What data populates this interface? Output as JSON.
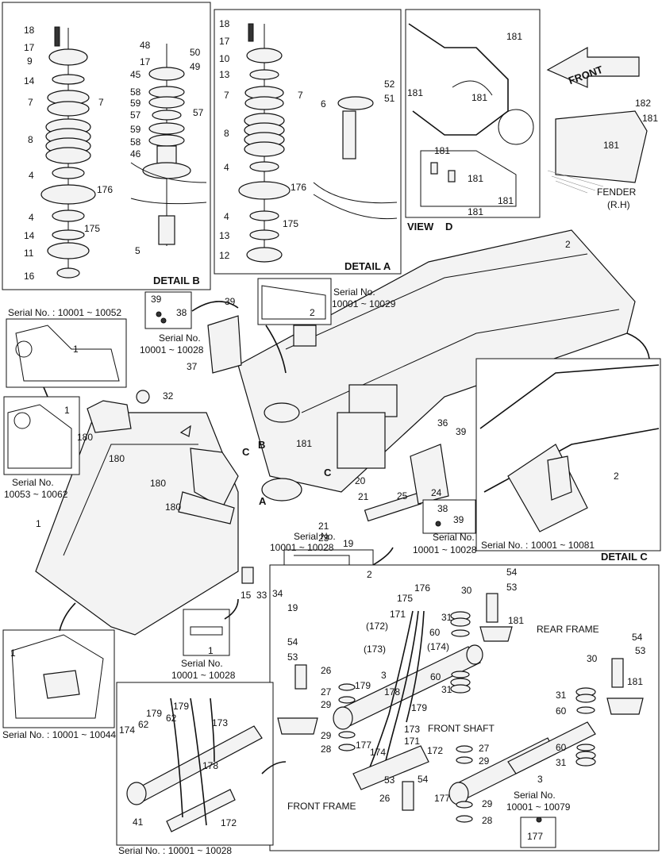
{
  "details": {
    "detail_a": "DETAIL A",
    "detail_b": "DETAIL B",
    "detail_c": "DETAIL C",
    "view_d_prefix": "VIEW",
    "view_d_letter": "D",
    "fender": "FENDER",
    "fender_side": "(R.H)",
    "front_arrow": "FRONT",
    "rear_frame": "REAR FRAME",
    "front_frame": "FRONT FRAME",
    "front_shaft": "FRONT SHAFT"
  },
  "serials": {
    "s1": "Serial No. : 10001 ~ 10052",
    "s2a": "Serial No.",
    "s2b": "10053 ~ 10062",
    "s3a": "Serial No.",
    "s3b": "10001 ~ 10029",
    "s4a": "Serial No.",
    "s4b": "10001 ~ 10028",
    "s5a": "Serial No.",
    "s5b": "10001 ~ 10028",
    "s6a": "Serial No.",
    "s6b": "10001 ~ 10028",
    "s7": "Serial No. : 10001 ~ 10081",
    "s8a": "Serial No.",
    "s8b": "10001 ~ 10028",
    "s9": "Serial No. : 10001 ~ 10044",
    "s10": "Serial No. : 10001 ~ 10028",
    "s11a": "Serial No.",
    "s11b": "10001 ~ 10079"
  },
  "callouts": {
    "b": [
      "18",
      "17",
      "9",
      "14",
      "7",
      "7",
      "8",
      "4",
      "176",
      "175",
      "4",
      "14",
      "11",
      "16",
      "48",
      "17",
      "45",
      "58",
      "59",
      "57",
      "57",
      "59",
      "58",
      "46",
      "5",
      "50",
      "49"
    ],
    "a": [
      "18",
      "17",
      "10",
      "13",
      "7",
      "7",
      "8",
      "4",
      "176",
      "175",
      "4",
      "13",
      "12",
      "6",
      "52",
      "51"
    ],
    "view_d": [
      "181",
      "181",
      "181",
      "181",
      "181",
      "181",
      "181",
      "182",
      "181",
      "181"
    ],
    "main": [
      "2",
      "39",
      "39",
      "38",
      "37",
      "1",
      "1",
      "32",
      "180",
      "180",
      "180",
      "180",
      "1",
      "B",
      "C",
      "C",
      "A",
      "181",
      "20",
      "21",
      "21",
      "23",
      "19",
      "36",
      "39",
      "25",
      "24",
      "38",
      "39",
      "2",
      "15",
      "33",
      "34",
      "19",
      "2",
      "1",
      "1",
      "2"
    ],
    "detail_c": [
      "54",
      "53",
      "30",
      "181",
      "176",
      "175",
      "171",
      "(172)",
      "(173)",
      "31",
      "60",
      "(174)",
      "31",
      "60",
      "3",
      "26",
      "54",
      "53",
      "27",
      "29",
      "29",
      "28",
      "179",
      "178",
      "179",
      "173",
      "171",
      "177",
      "174",
      "172",
      "53",
      "54",
      "26",
      "27",
      "29",
      "3",
      "177",
      "29",
      "28",
      "177",
      "30",
      "54",
      "53",
      "181",
      "31",
      "60",
      "60",
      "31",
      "174",
      "62",
      "179",
      "62",
      "179",
      "173",
      "178",
      "41",
      "172"
    ]
  }
}
